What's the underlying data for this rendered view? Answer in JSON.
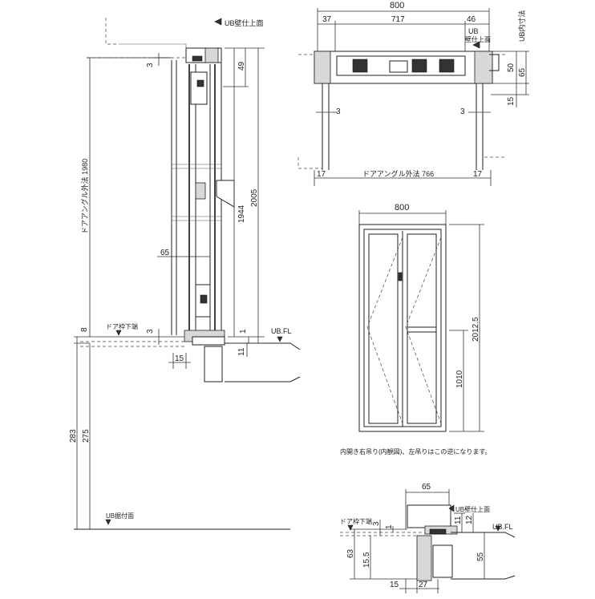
{
  "section_view": {
    "labels": {
      "ub_wall_top": "UB壁仕上面",
      "frame_outer_height": "ドアアングル外法 1980",
      "frame_bottom_edge": "ドア枠下端",
      "ub_floor": "UB.FL",
      "ub_mount_surface": "UB据付面"
    },
    "dims": {
      "d3_top": "3",
      "d49": "49",
      "d2005": "2005",
      "d1944": "1944",
      "d65": "65",
      "d8": "8",
      "d3_bottom": "3",
      "d1": "1",
      "d11": "11",
      "d15": "15",
      "d283": "283",
      "d275": "275"
    }
  },
  "plan_view": {
    "labels": {
      "ub_wall": "UB\n壁仕上面",
      "ub_inner": "UB内寸法",
      "frame_outer_width": "ドアアングル外法 766"
    },
    "dims": {
      "d800": "800",
      "d37": "37",
      "d717": "717",
      "d46": "46",
      "d50": "50",
      "d65": "65",
      "d15": "15",
      "d3_left": "3",
      "d3_right": "3",
      "d17_left": "17",
      "d17_right": "17"
    }
  },
  "elevation_view": {
    "dims": {
      "d800": "800",
      "d2012_5": "2012.5",
      "d1010": "1010"
    },
    "note": "内開き右吊り(内観図)、左吊りはこの逆になります。"
  },
  "detail_view": {
    "labels": {
      "ub_wall_top": "UB壁仕上面",
      "frame_bottom_edge": "ドア枠下端",
      "ub_floor": "UB.FL"
    },
    "dims": {
      "d65": "65",
      "d3": "3",
      "d1": "1",
      "d11": "11",
      "d12": "12",
      "d63": "63",
      "d15_5": "15.5",
      "d55": "55",
      "d15": "15",
      "d27": "27"
    }
  }
}
